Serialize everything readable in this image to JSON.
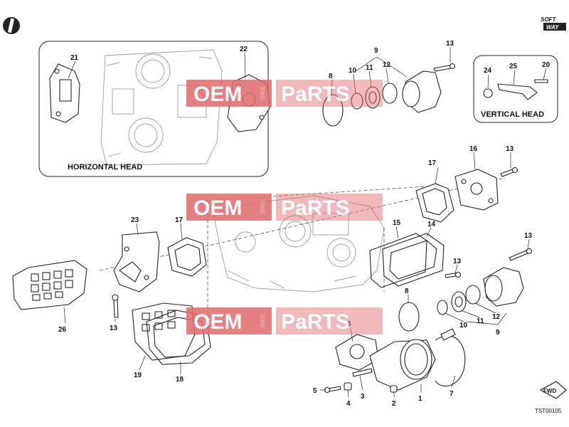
{
  "callouts": {
    "c1": "1",
    "c2": "2",
    "c3": "3",
    "c4": "4",
    "c5": "5",
    "c6": "6",
    "c7": "7",
    "c8_top": "8",
    "c8_bottom": "8",
    "c9_top": "9",
    "c9_bottom": "9",
    "c10_top": "10",
    "c10_bottom": "10",
    "c11_top": "11",
    "c11_bottom": "11",
    "c12_top": "12",
    "c12_bottom": "12",
    "c13_top": "13",
    "c13_right_upper": "13",
    "c13_right_mid": "13",
    "c13_right_lower": "13",
    "c13_left": "13",
    "c14": "14",
    "c15": "15",
    "c16": "16",
    "c17_right": "17",
    "c17_left": "17",
    "c18": "18",
    "c19": "19",
    "c20": "20",
    "c21": "21",
    "c22": "22",
    "c23": "23",
    "c24": "24",
    "c25": "25",
    "c26": "26"
  },
  "boxes": {
    "horizontal_head": "HORIZONTAL HEAD",
    "vertical_head": "VERTICAL HEAD"
  },
  "footer": {
    "drawing_code": "TST00105",
    "fwd": "FWD"
  },
  "branding": {
    "logo_line1": "SOFT",
    "logo_line2": "WAY",
    "watermark_left": "OEM",
    "watermark_side": "BIKE",
    "watermark_right": "PaRTS"
  },
  "colors": {
    "watermark_red": "#e06a6a",
    "line": "#222222"
  }
}
